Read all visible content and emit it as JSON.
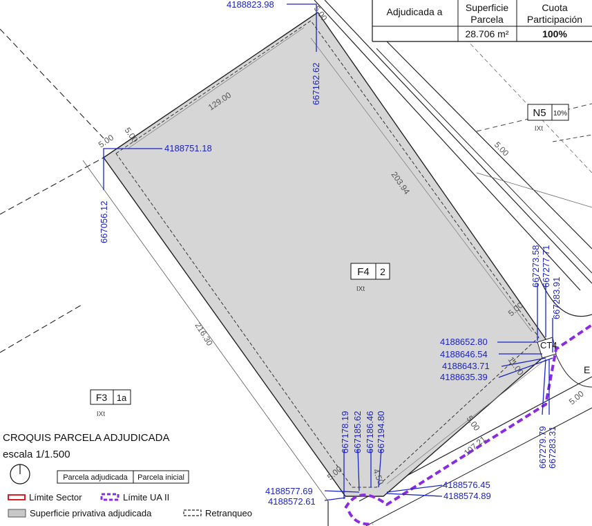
{
  "table": {
    "col1_header": "Adjudicada a",
    "col2_header_line1": "Superficie",
    "col2_header_line2": "Parcela",
    "col3_header_line1": "Cuota",
    "col3_header_line2": "Participación",
    "row_col1": "",
    "row_col2": "28.706 m²",
    "row_col3": "100%"
  },
  "parcels": {
    "main_code": "F4",
    "main_num": "2",
    "main_sub": "IXt",
    "west_code": "F3",
    "west_num": "1a",
    "west_sub": "IXt",
    "north_code": "N5",
    "north_num": "10%",
    "north_sub": "IXt",
    "ct_label": "CT4",
    "edge_label": "E"
  },
  "dimensions": {
    "top_edge": "129.00",
    "east_edge": "203.94",
    "west_edge": "216.30",
    "south_edge": "107.21",
    "setback_a": "5.00",
    "setback_b": "5.00",
    "setback_c": "5.00",
    "setback_d": "5.00",
    "setback_e": "5.00",
    "setback_f": "5.00",
    "setback_g": "5.00",
    "setback_h": "11.00",
    "setback_i": "4.50",
    "road_dim": "5.00"
  },
  "coords": {
    "y_top": "4188823.98",
    "x_top": "667162.62",
    "y_nw": "4188751.18",
    "x_nw": "667056.12",
    "x_e1": "667273.58",
    "x_e2": "667277.71",
    "x_e3": "667283.91",
    "y_e1": "4188652.80",
    "y_e2": "4188646.54",
    "y_e3": "4188643.71",
    "y_e4": "4188635.39",
    "x_s1": "667178.19",
    "x_s2": "667185.62",
    "x_s3": "667186.46",
    "x_s4": "667194.80",
    "y_sw1": "4188577.69",
    "y_sw2": "4188572.61",
    "y_se1": "4188576.45",
    "y_se2": "4188574.89",
    "x_se1": "667279.79",
    "x_se2": "667283.31"
  },
  "legend": {
    "title": "CROQUIS PARCELA ADJUDICADA",
    "scale": "escala 1/1.500",
    "box_left": "Parcela adjudicada",
    "box_right": "Parcela inicial",
    "limite_sector": "Límite Sector",
    "limite_ua": "Límite UA II",
    "superficie": "Superficie privativa adjudicada",
    "retranqueo": "Retranqueo"
  },
  "colors": {
    "coord_blue": "#1a22c8",
    "parcel_fill": "#d6d6d6",
    "ua_purple": "#8a2be2",
    "sector_red": "#d62020"
  }
}
